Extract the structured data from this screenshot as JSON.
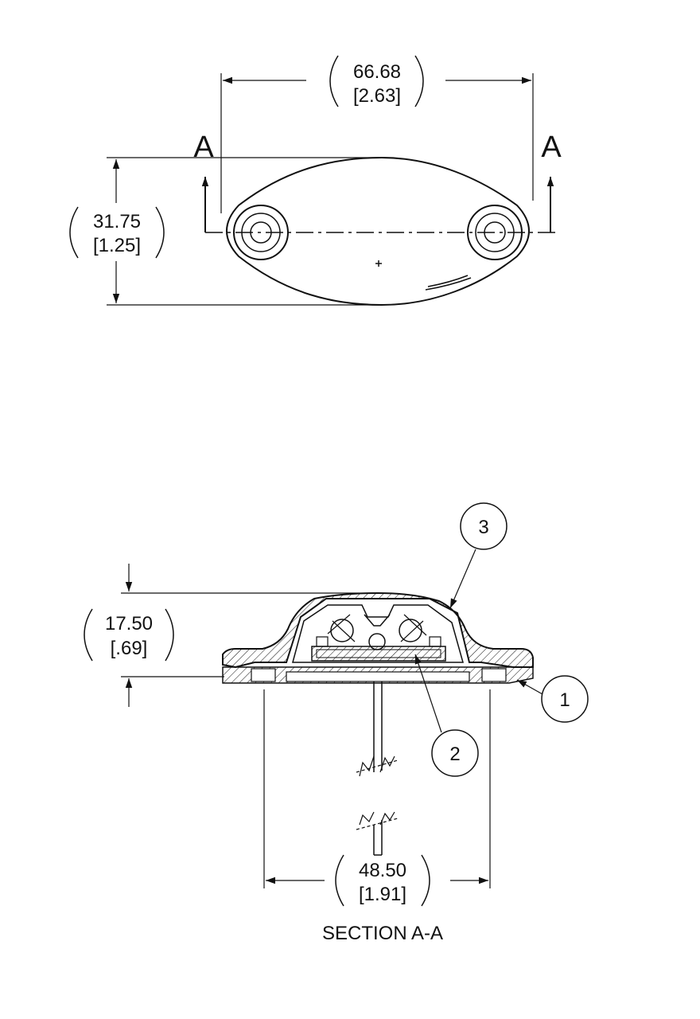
{
  "top_view": {
    "section_marker_left": "A",
    "section_marker_right": "A",
    "width_dim": {
      "mm": "66.68",
      "inch": "[2.63]"
    },
    "height_dim": {
      "mm": "31.75",
      "inch": "[1.25]"
    }
  },
  "section_view": {
    "height_dim": {
      "mm": "17.50",
      "inch": "[.69]"
    },
    "base_width_dim": {
      "mm": "48.50",
      "inch": "[1.91]"
    },
    "balloons": [
      {
        "label": "1"
      },
      {
        "label": "2"
      },
      {
        "label": "3"
      }
    ],
    "caption": "SECTION A-A"
  },
  "colors": {
    "line": "#111111",
    "background": "#ffffff"
  }
}
